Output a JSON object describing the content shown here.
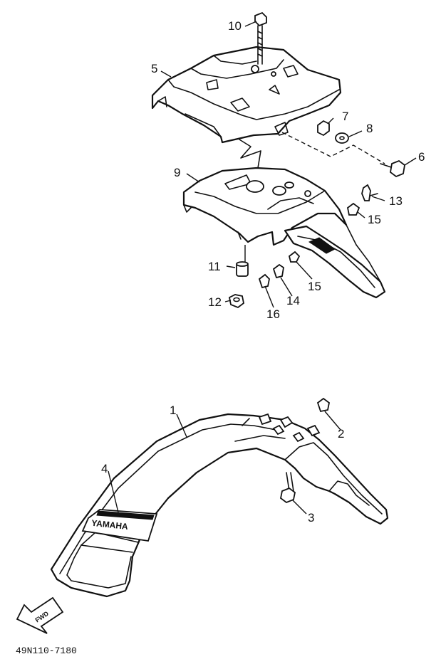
{
  "diagram": {
    "drawing_code": "49N110-7180",
    "fwd_label": "FWD",
    "emblem_text": "YAMAHA",
    "callouts": [
      "1",
      "2",
      "3",
      "4",
      "5",
      "6",
      "7",
      "8",
      "9",
      "10",
      "11",
      "12",
      "13",
      "14",
      "15",
      "15",
      "16"
    ]
  }
}
